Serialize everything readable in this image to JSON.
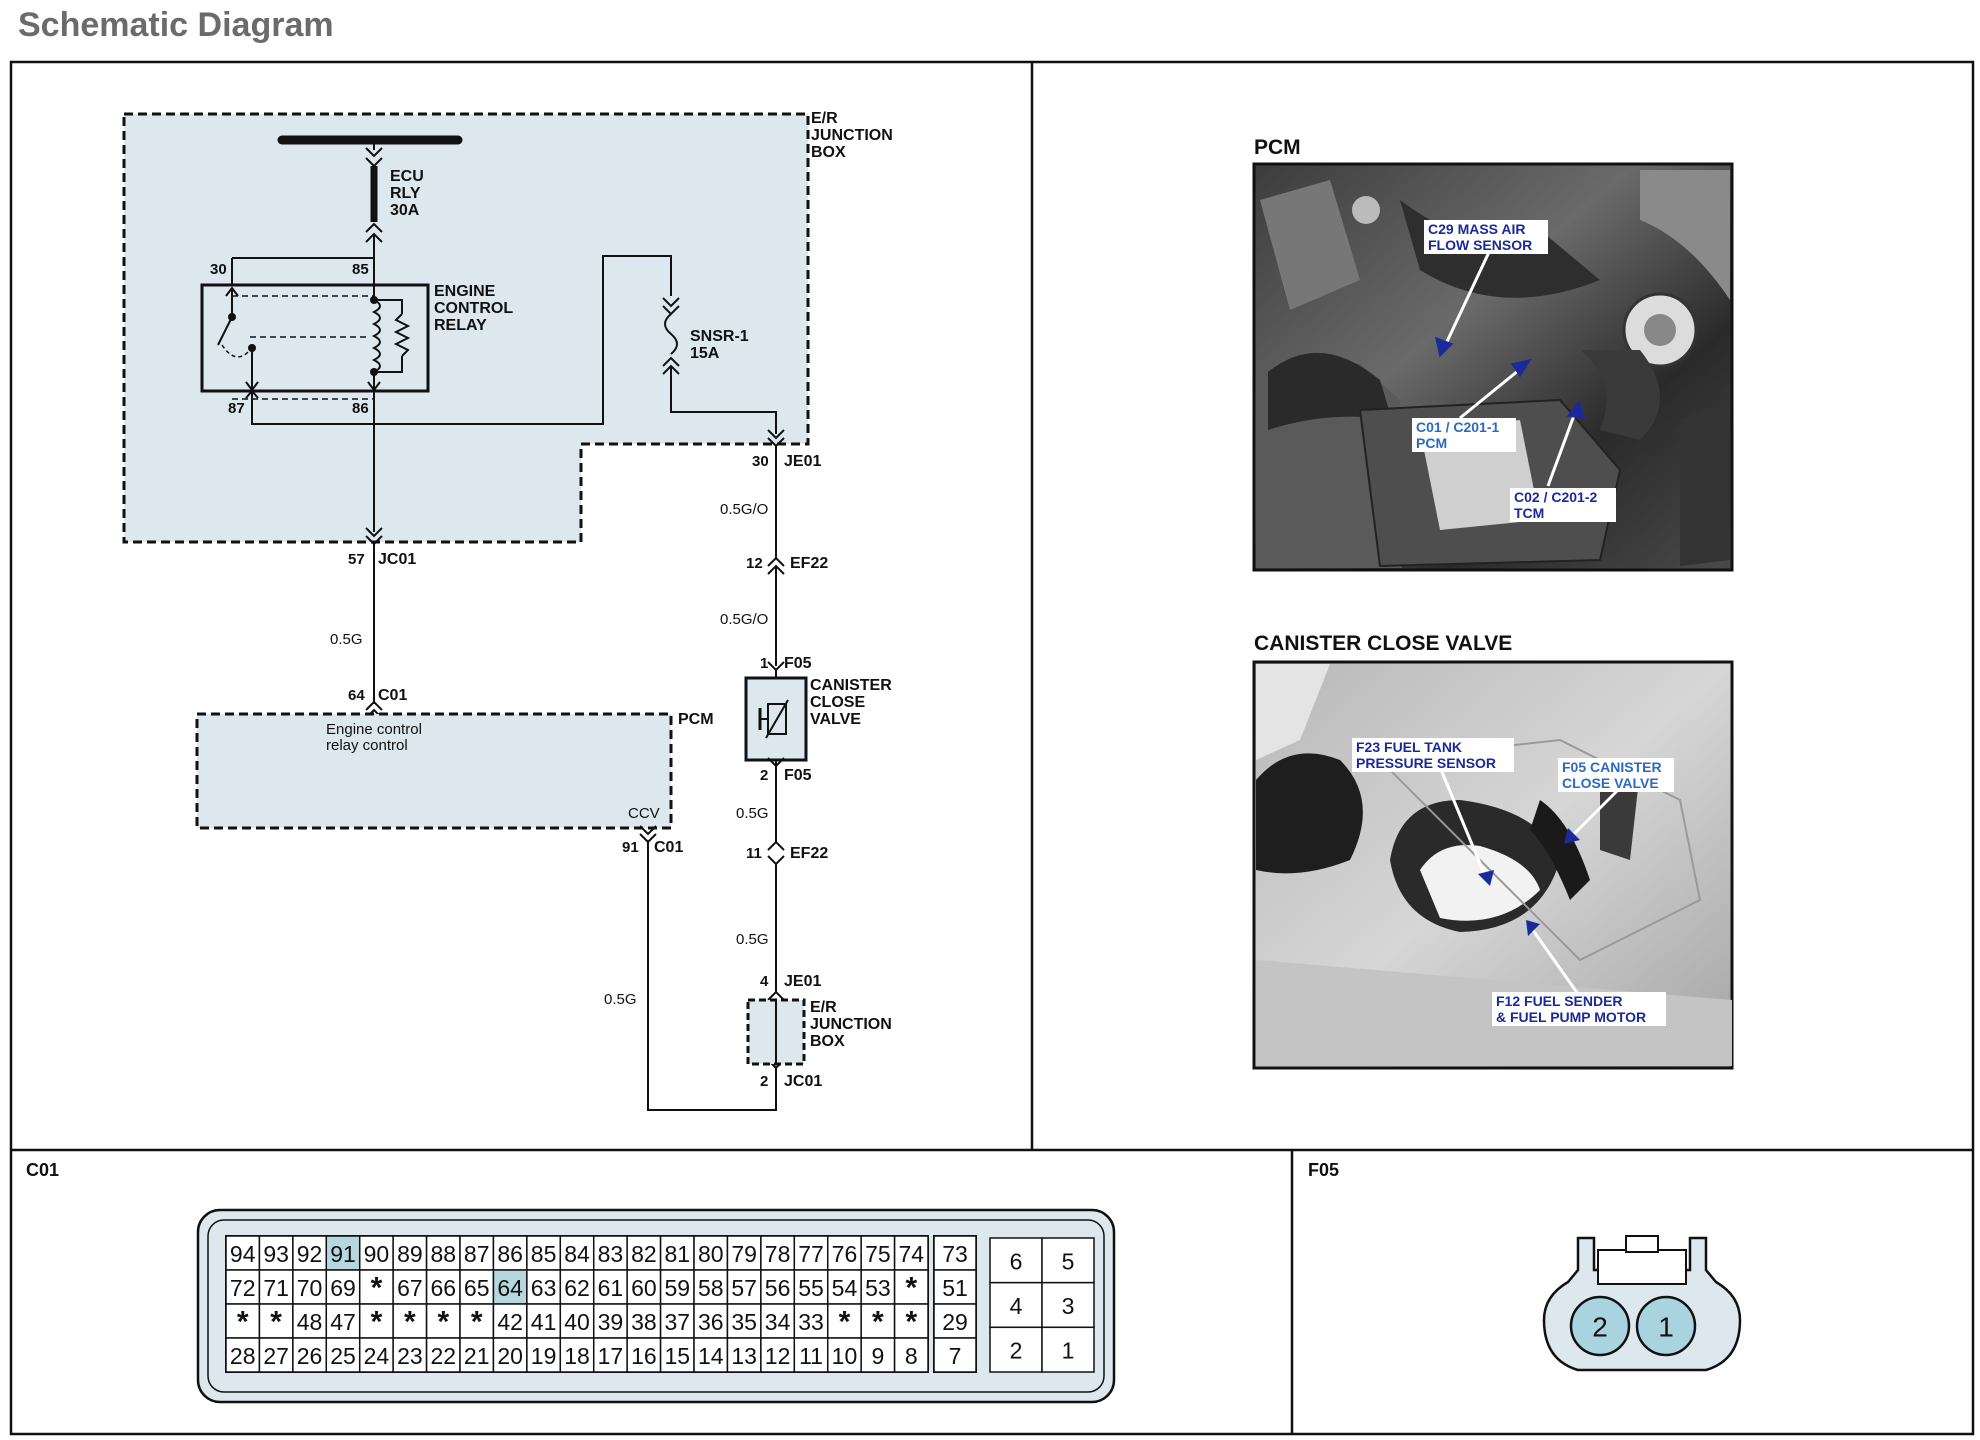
{
  "page": {
    "title": "Schematic Diagram"
  },
  "colors": {
    "fill_panel": "#dde8ee",
    "pin_highlight": "#b7d7df",
    "callout_blue": "#1a2a9a",
    "callout_light_blue": "#2c6ac0",
    "connector_fill": "#a9d3df"
  },
  "schematic": {
    "er_box_label": [
      "E/R",
      "JUNCTION",
      "BOX"
    ],
    "ecu_relay_fuse": [
      "ECU",
      "RLY",
      "30A"
    ],
    "relay_label": [
      "ENGINE",
      "CONTROL",
      "RELAY"
    ],
    "relay_pins": {
      "p30": "30",
      "p85": "85",
      "p87": "87",
      "p86": "86"
    },
    "snsr_fuse": [
      "SNSR-1",
      "15A"
    ],
    "je01_top": {
      "pin": "30",
      "name": "JE01"
    },
    "wire_1": "0.5G/O",
    "ef22_top": {
      "pin": "12",
      "name": "EF22"
    },
    "wire_2": "0.5G/O",
    "f05_top": {
      "pin": "1",
      "name": "F05"
    },
    "valve_label": [
      "CANISTER",
      "CLOSE",
      "VALVE"
    ],
    "f05_bottom": {
      "pin": "2",
      "name": "F05"
    },
    "wire_3": "0.5G",
    "ef22_bottom": {
      "pin": "11",
      "name": "EF22"
    },
    "wire_4": "0.5G",
    "je01_bottom": {
      "pin": "4",
      "name": "JE01"
    },
    "er_box2_label": [
      "E/R",
      "JUNCTION",
      "BOX"
    ],
    "jc01_bottom": {
      "pin": "2",
      "name": "JC01"
    },
    "jc01_left": {
      "pin": "57",
      "name": "JC01"
    },
    "wire_5": "0.5G",
    "c01_64": {
      "pin": "64",
      "name": "C01"
    },
    "pcm_label": "PCM",
    "pcm_text": [
      "Engine control",
      "relay control"
    ],
    "ccv": "CCV",
    "c01_91": {
      "pin": "91",
      "name": "C01"
    },
    "wire_6": "0.5G"
  },
  "photos": {
    "pcm": {
      "title": "PCM",
      "callouts": {
        "c29": [
          "C29 MASS AIR",
          "FLOW SENSOR"
        ],
        "c01": [
          "C01 / C201-1",
          "PCM"
        ],
        "c02": [
          "C02 / C201-2",
          "TCM"
        ]
      }
    },
    "canister": {
      "title": "CANISTER CLOSE VALVE",
      "callouts": {
        "f23": [
          "F23 FUEL TANK",
          "PRESSURE SENSOR"
        ],
        "f05": [
          "F05 CANISTER",
          "CLOSE VALVE"
        ],
        "f12": [
          "F12 FUEL SENDER",
          "& FUEL PUMP MOTOR"
        ]
      }
    }
  },
  "connectors": {
    "c01": {
      "label": "C01",
      "rows": [
        [
          "94",
          "93",
          "92",
          "91",
          "90",
          "89",
          "88",
          "87",
          "86",
          "85",
          "84",
          "83",
          "82",
          "81",
          "80",
          "79",
          "78",
          "77",
          "76",
          "75",
          "74"
        ],
        [
          "72",
          "71",
          "70",
          "69",
          "*",
          "67",
          "66",
          "65",
          "64",
          "63",
          "62",
          "61",
          "60",
          "59",
          "58",
          "57",
          "56",
          "55",
          "54",
          "53",
          "*"
        ],
        [
          "*",
          "*",
          "48",
          "47",
          "*",
          "*",
          "*",
          "*",
          "42",
          "41",
          "40",
          "39",
          "38",
          "37",
          "36",
          "35",
          "34",
          "33",
          "*",
          "*",
          "*"
        ],
        [
          "28",
          "27",
          "26",
          "25",
          "24",
          "23",
          "22",
          "21",
          "20",
          "19",
          "18",
          "17",
          "16",
          "15",
          "14",
          "13",
          "12",
          "11",
          "10",
          "9",
          "8"
        ]
      ],
      "col_mid": [
        "73",
        "51",
        "29",
        "7"
      ],
      "col_a": [
        "6",
        "4",
        "2"
      ],
      "col_b": [
        "5",
        "3",
        "1"
      ],
      "highlighted": [
        "91",
        "64"
      ]
    },
    "f05": {
      "label": "F05",
      "pins": [
        "2",
        "1"
      ]
    }
  }
}
